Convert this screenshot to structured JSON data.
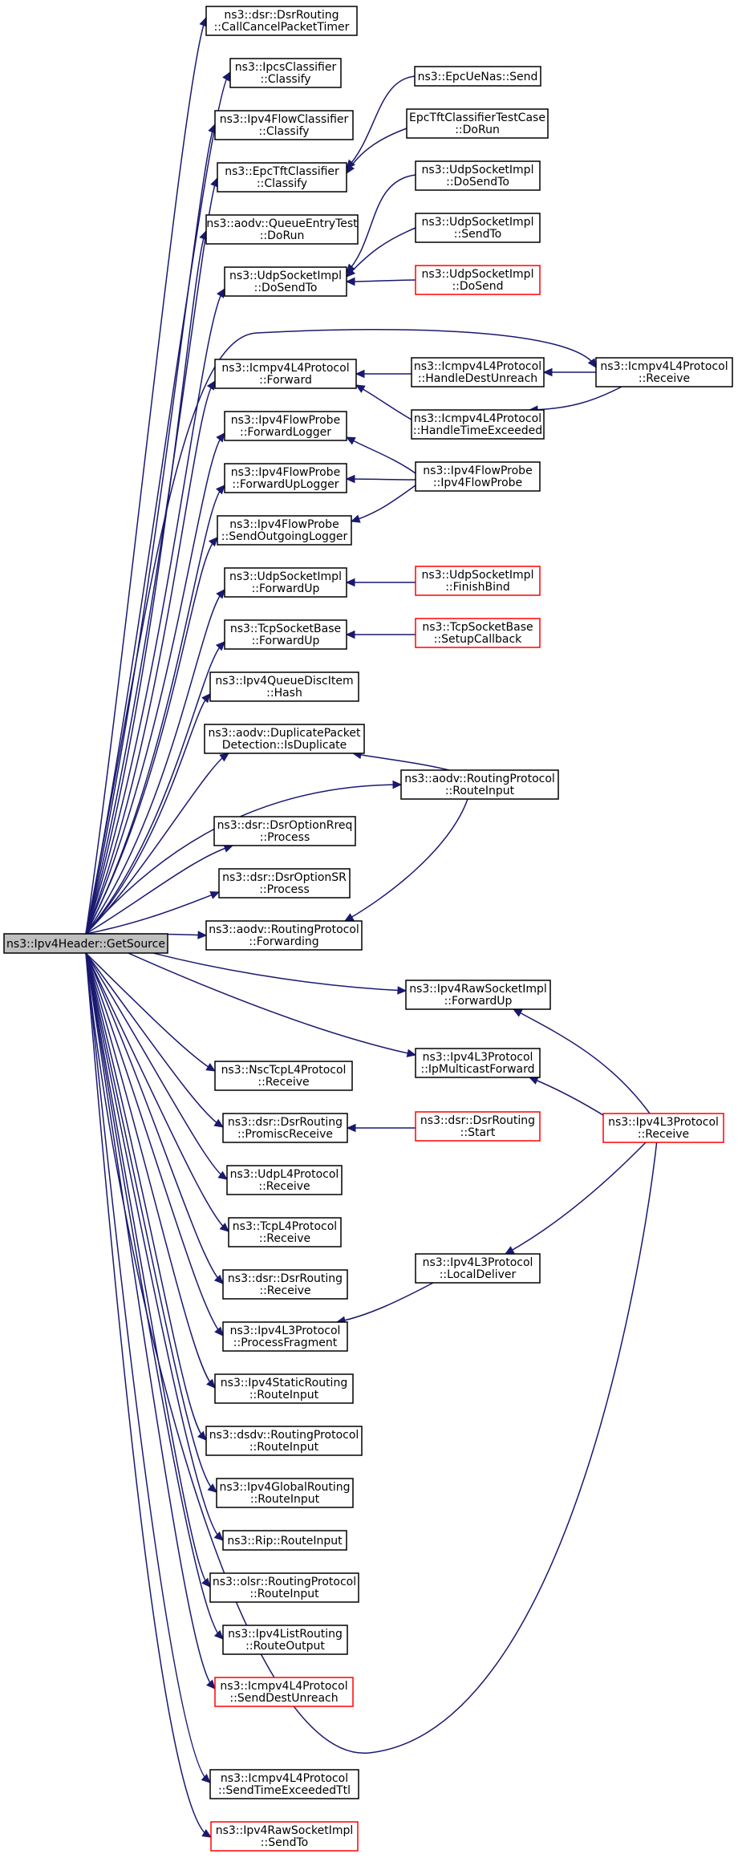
{
  "colors": {
    "edge": "#191970",
    "node_border": "#000000",
    "node_border_truncated": "#ff0000",
    "root_fill": "#bfbfbf"
  },
  "nodes": {
    "root": {
      "lines": [
        "ns3::Ipv4Header::GetSource"
      ],
      "variant": "root"
    },
    "n_callcancel": {
      "lines": [
        "ns3::dsr::DsrRouting",
        "::CallCancelPacketTimer"
      ]
    },
    "n_ipcsclass": {
      "lines": [
        "ns3::IpcsClassifier",
        "::Classify"
      ]
    },
    "n_ipv4flowclass": {
      "lines": [
        "ns3::Ipv4FlowClassifier",
        "::Classify"
      ]
    },
    "n_epctftclass": {
      "lines": [
        "ns3::EpcTftClassifier",
        "::Classify"
      ]
    },
    "n_queueentry": {
      "lines": [
        "ns3::aodv::QueueEntryTest",
        "::DoRun"
      ]
    },
    "n_udpdosendto": {
      "lines": [
        "ns3::UdpSocketImpl",
        "::DoSendTo"
      ]
    },
    "n_icmpforward": {
      "lines": [
        "ns3::Icmpv4L4Protocol",
        "::Forward"
      ]
    },
    "n_fwdlogger": {
      "lines": [
        "ns3::Ipv4FlowProbe",
        "::ForwardLogger"
      ]
    },
    "n_fwduplogger": {
      "lines": [
        "ns3::Ipv4FlowProbe",
        "::ForwardUpLogger"
      ]
    },
    "n_sendoutlogger": {
      "lines": [
        "ns3::Ipv4FlowProbe",
        "::SendOutgoingLogger"
      ]
    },
    "n_udpfwdup": {
      "lines": [
        "ns3::UdpSocketImpl",
        "::ForwardUp"
      ]
    },
    "n_tcpfwdup": {
      "lines": [
        "ns3::TcpSocketBase",
        "::ForwardUp"
      ]
    },
    "n_qdischash": {
      "lines": [
        "ns3::Ipv4QueueDiscItem",
        "::Hash"
      ]
    },
    "n_isdup": {
      "lines": [
        "ns3::aodv::DuplicatePacket",
        "Detection::IsDuplicate"
      ]
    },
    "n_optrreq": {
      "lines": [
        "ns3::dsr::DsrOptionRreq",
        "::Process"
      ]
    },
    "n_optsr": {
      "lines": [
        "ns3::dsr::DsrOptionSR",
        "::Process"
      ]
    },
    "n_aodvfwd": {
      "lines": [
        "ns3::aodv::RoutingProtocol",
        "::Forwarding"
      ]
    },
    "n_nsctcp": {
      "lines": [
        "ns3::NscTcpL4Protocol",
        "::Receive"
      ]
    },
    "n_promisc": {
      "lines": [
        "ns3::dsr::DsrRouting",
        "::PromiscReceive"
      ]
    },
    "n_udpl4": {
      "lines": [
        "ns3::UdpL4Protocol",
        "::Receive"
      ]
    },
    "n_tcpl4": {
      "lines": [
        "ns3::TcpL4Protocol",
        "::Receive"
      ]
    },
    "n_dsrrecv": {
      "lines": [
        "ns3::dsr::DsrRouting",
        "::Receive"
      ]
    },
    "n_procfrag": {
      "lines": [
        "ns3::Ipv4L3Protocol",
        "::ProcessFragment"
      ]
    },
    "n_staticri": {
      "lines": [
        "ns3::Ipv4StaticRouting",
        "::RouteInput"
      ]
    },
    "n_dsdvri": {
      "lines": [
        "ns3::dsdv::RoutingProtocol",
        "::RouteInput"
      ]
    },
    "n_globalri": {
      "lines": [
        "ns3::Ipv4GlobalRouting",
        "::RouteInput"
      ]
    },
    "n_ripri": {
      "lines": [
        "ns3::Rip::RouteInput"
      ]
    },
    "n_olsrri": {
      "lines": [
        "ns3::olsr::RoutingProtocol",
        "::RouteInput"
      ]
    },
    "n_listro": {
      "lines": [
        "ns3::Ipv4ListRouting",
        "::RouteOutput"
      ]
    },
    "n_senddest": {
      "lines": [
        "ns3::Icmpv4L4Protocol",
        "::SendDestUnreach"
      ],
      "variant": "red"
    },
    "n_sendttl": {
      "lines": [
        "ns3::Icmpv4L4Protocol",
        "::SendTimeExceededTtl"
      ]
    },
    "n_rawsendto": {
      "lines": [
        "ns3::Ipv4RawSocketImpl",
        "::SendTo"
      ],
      "variant": "red"
    },
    "n_epcuenas": {
      "lines": [
        "ns3::EpcUeNas::Send"
      ]
    },
    "n_epctfttest": {
      "lines": [
        "EpcTftClassifierTestCase",
        "::DoRun"
      ]
    },
    "n_udpdosendto2": {
      "lines": [
        "ns3::UdpSocketImpl",
        "::DoSendTo"
      ]
    },
    "n_udpsendto": {
      "lines": [
        "ns3::UdpSocketImpl",
        "::SendTo"
      ]
    },
    "n_udpdosend": {
      "lines": [
        "ns3::UdpSocketImpl",
        "::DoSend"
      ],
      "variant": "red"
    },
    "n_handledest": {
      "lines": [
        "ns3::Icmpv4L4Protocol",
        "::HandleDestUnreach"
      ]
    },
    "n_handletime": {
      "lines": [
        "ns3::Icmpv4L4Protocol",
        "::HandleTimeExceeded"
      ]
    },
    "n_flowprobe": {
      "lines": [
        "ns3::Ipv4FlowProbe",
        "::Ipv4FlowProbe"
      ]
    },
    "n_finishbind": {
      "lines": [
        "ns3::UdpSocketImpl",
        "::FinishBind"
      ],
      "variant": "red"
    },
    "n_setupcb": {
      "lines": [
        "ns3::TcpSocketBase",
        "::SetupCallback"
      ],
      "variant": "red"
    },
    "n_aodvri": {
      "lines": [
        "ns3::aodv::RoutingProtocol",
        "::RouteInput"
      ]
    },
    "n_rawfwdup": {
      "lines": [
        "ns3::Ipv4RawSocketImpl",
        "::ForwardUp"
      ]
    },
    "n_ipmcast": {
      "lines": [
        "ns3::Ipv4L3Protocol",
        "::IpMulticastForward"
      ]
    },
    "n_dsrstart": {
      "lines": [
        "ns3::dsr::DsrRouting",
        "::Start"
      ],
      "variant": "red"
    },
    "n_localdeliver": {
      "lines": [
        "ns3::Ipv4L3Protocol",
        "::LocalDeliver"
      ]
    },
    "n_icmprecv": {
      "lines": [
        "ns3::Icmpv4L4Protocol",
        "::Receive"
      ]
    },
    "n_l3recv": {
      "lines": [
        "ns3::Ipv4L3Protocol",
        "::Receive"
      ],
      "variant": "red"
    }
  }
}
